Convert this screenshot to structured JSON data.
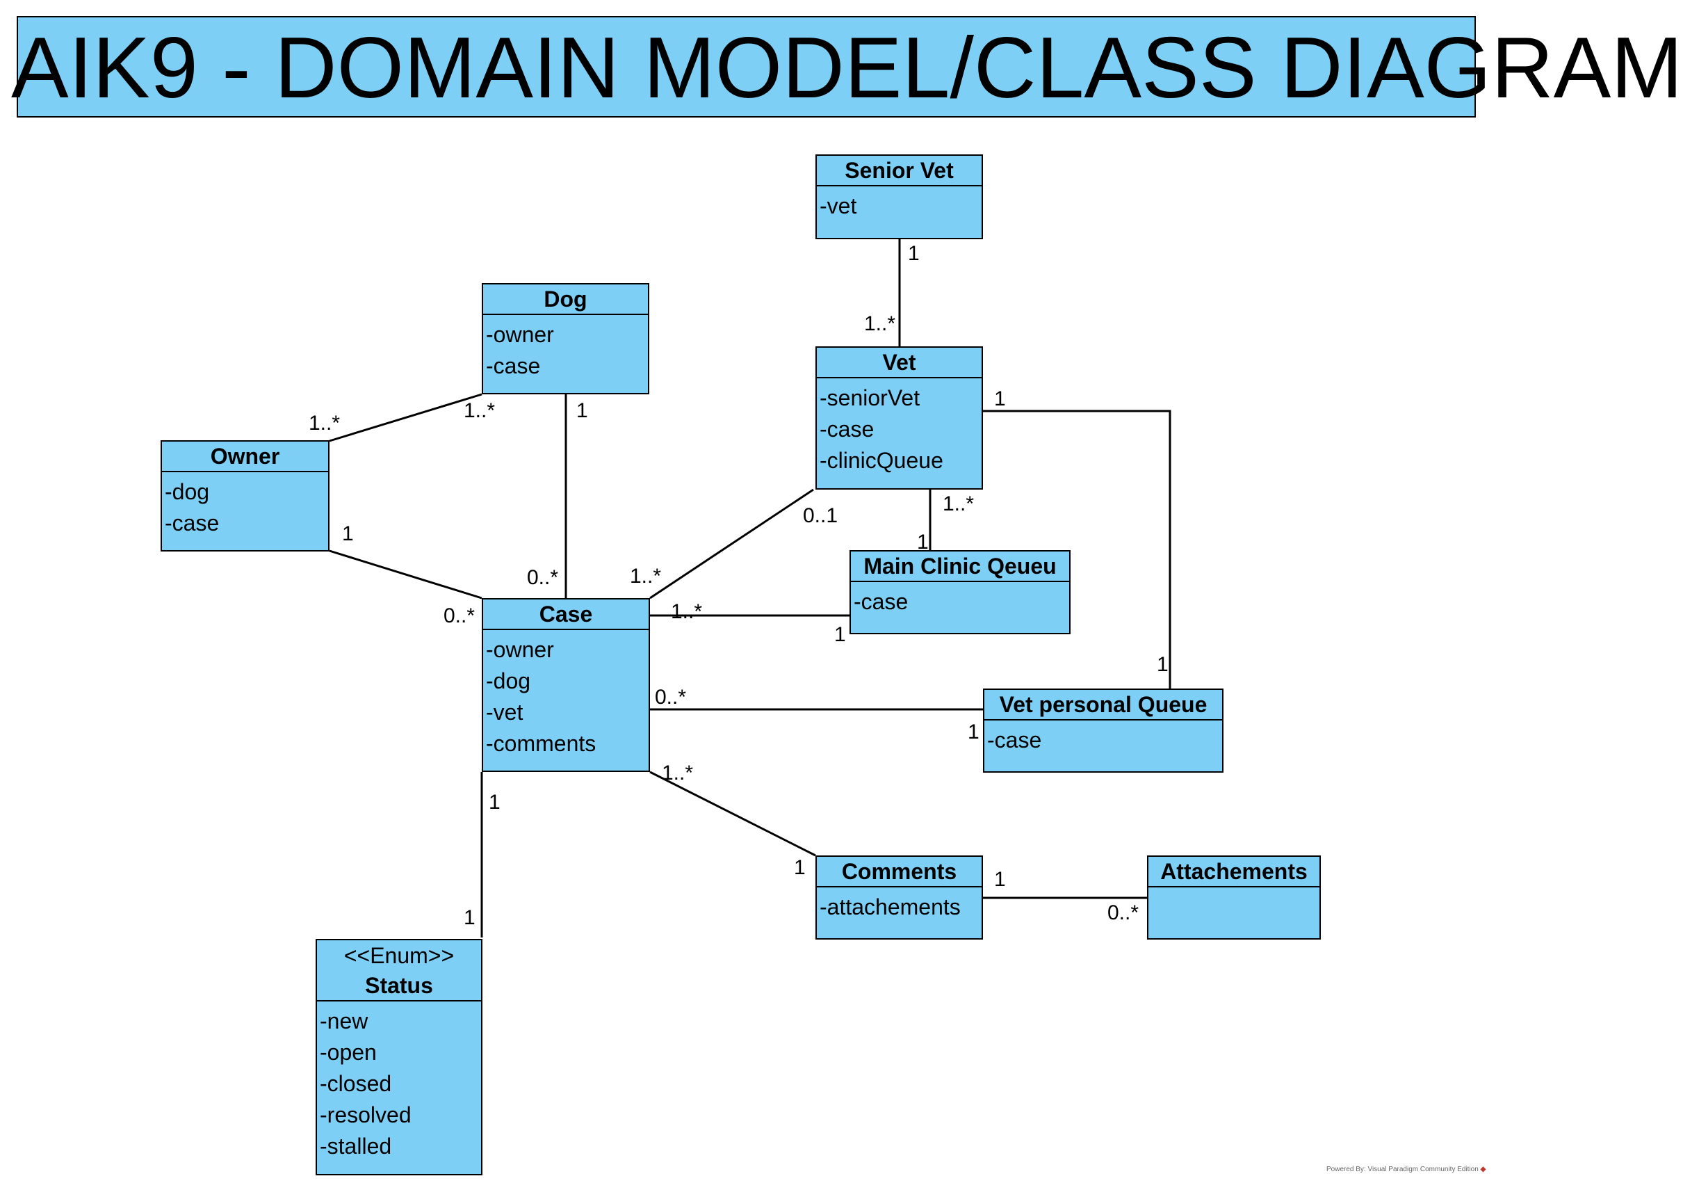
{
  "title": "AIK9 - DOMAIN MODEL/CLASS DIAGRAM",
  "footer": "Powered By: Visual Paradigm Community Edition",
  "colors": {
    "class_fill": "#7ecff5",
    "title_fill": "#7ecff5",
    "line": "#000000"
  },
  "classes": {
    "senior_vet": {
      "name": "Senior Vet",
      "attrs": [
        "-vet"
      ]
    },
    "dog": {
      "name": "Dog",
      "attrs": [
        "-owner",
        "-case"
      ]
    },
    "vet": {
      "name": "Vet",
      "attrs": [
        "-seniorVet",
        "-case",
        "-clinicQueue"
      ]
    },
    "owner": {
      "name": "Owner",
      "attrs": [
        "-dog",
        "-case"
      ]
    },
    "main_clinic_queue": {
      "name": "Main Clinic Qeueu",
      "attrs": [
        "-case"
      ]
    },
    "case": {
      "name": "Case",
      "attrs": [
        "-owner",
        "-dog",
        "-vet",
        "-comments"
      ]
    },
    "vet_personal_queue": {
      "name": "Vet personal Queue",
      "attrs": [
        "-case"
      ]
    },
    "comments": {
      "name": "Comments",
      "attrs": [
        "-attachements"
      ]
    },
    "attachements": {
      "name": "Attachements",
      "attrs": []
    },
    "status": {
      "stereotype": "<<Enum>>",
      "name": "Status",
      "attrs": [
        "-new",
        "-open",
        "-closed",
        "-resolved",
        "-stalled"
      ]
    }
  },
  "associations": [
    {
      "from": "Senior Vet",
      "to": "Vet",
      "from_mult": "1",
      "to_mult": "1..*"
    },
    {
      "from": "Owner",
      "to": "Dog",
      "from_mult": "1..*",
      "to_mult": "1..*"
    },
    {
      "from": "Dog",
      "to": "Case",
      "from_mult": "1",
      "to_mult": "0..*"
    },
    {
      "from": "Owner",
      "to": "Case",
      "from_mult": "1",
      "to_mult": "0..*"
    },
    {
      "from": "Vet",
      "to": "Case",
      "from_mult": "0..1",
      "to_mult": "1..*"
    },
    {
      "from": "Vet",
      "to": "Main Clinic Qeueu",
      "from_mult": "1..*",
      "to_mult": "1"
    },
    {
      "from": "Vet",
      "to": "Vet personal Queue",
      "from_mult": "1",
      "to_mult": "1"
    },
    {
      "from": "Case",
      "to": "Main Clinic Qeueu",
      "from_mult": "1..*",
      "to_mult": "1"
    },
    {
      "from": "Case",
      "to": "Vet personal Queue",
      "from_mult": "0..*",
      "to_mult": "1"
    },
    {
      "from": "Case",
      "to": "Comments",
      "from_mult": "1..*",
      "to_mult": "1"
    },
    {
      "from": "Case",
      "to": "Status",
      "from_mult": "1",
      "to_mult": "1"
    },
    {
      "from": "Comments",
      "to": "Attachements",
      "from_mult": "1",
      "to_mult": "0..*"
    }
  ]
}
